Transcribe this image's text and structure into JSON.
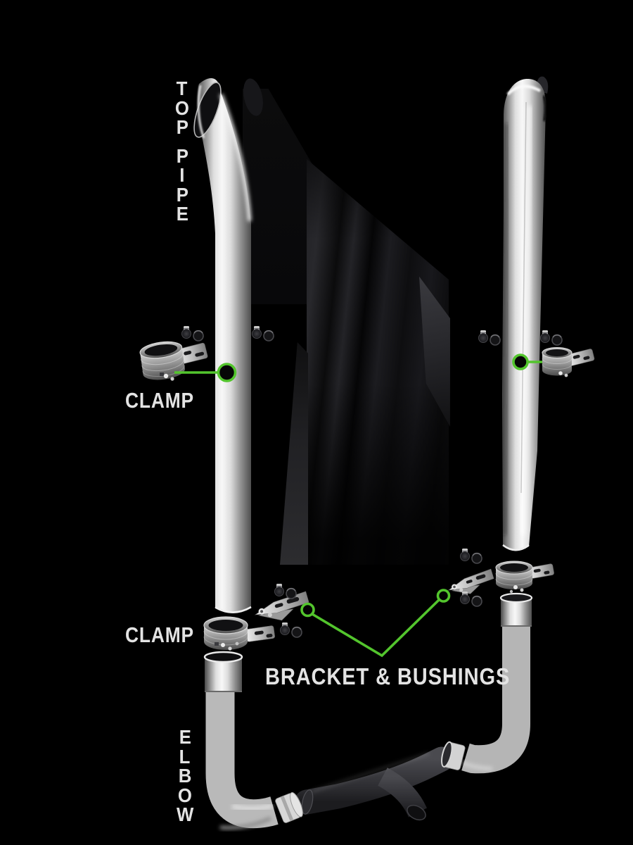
{
  "page": {
    "background_color": "#000000",
    "accent_color": "#53c52d",
    "text_color": "#e3e3e3",
    "description": "Exploded exhaust stack kit diagram on black background with green callouts"
  },
  "labels": {
    "top_pipe": "TOP PIPE",
    "clamp_upper": "CLAMP",
    "clamp_lower": "CLAMP",
    "bracket_bushings": "BRACKET & BUSHINGS",
    "elbow": "ELBOW"
  },
  "callouts": {
    "color": "#53c52d",
    "items": [
      {
        "name": "clamp-upper-left",
        "style": "line-to-filled-dot-on-pipe"
      },
      {
        "name": "clamp-upper-right",
        "style": "line-to-filled-dot-on-pipe"
      },
      {
        "name": "bracket-and-bushings",
        "style": "v-line-between-two-ring-dots"
      }
    ]
  },
  "parts": {
    "left_stack": [
      "top-pipe",
      "clamp",
      "bracket",
      "bushings",
      "elbow"
    ],
    "right_stack": [
      "top-pipe",
      "clamp",
      "bracket",
      "bushings",
      "elbow"
    ],
    "center": [
      "dark-y-pipe"
    ]
  }
}
